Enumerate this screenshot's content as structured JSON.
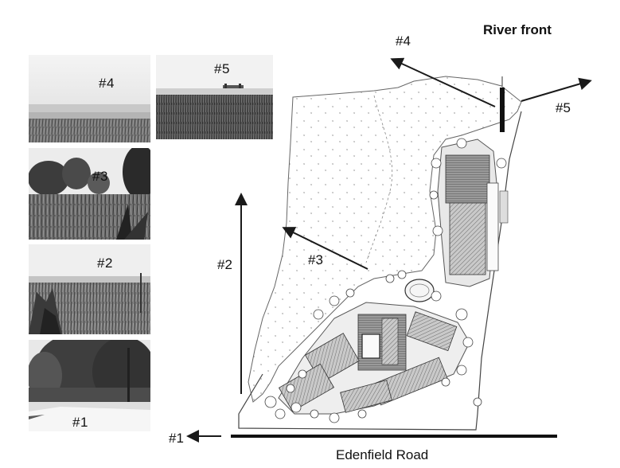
{
  "title": "River front",
  "road": "Edenfield Road",
  "photos": [
    {
      "label": "#4",
      "scene": "marsh-horizon"
    },
    {
      "label": "#5",
      "scene": "marsh-grass-with-dock"
    },
    {
      "label": "#3",
      "scene": "trees-and-marsh"
    },
    {
      "label": "#2",
      "scene": "marsh-with-shrubs"
    },
    {
      "label": "#1",
      "scene": "road-with-trees"
    }
  ],
  "view_markers": [
    "#1",
    "#2",
    "#3",
    "#4",
    "#5"
  ]
}
